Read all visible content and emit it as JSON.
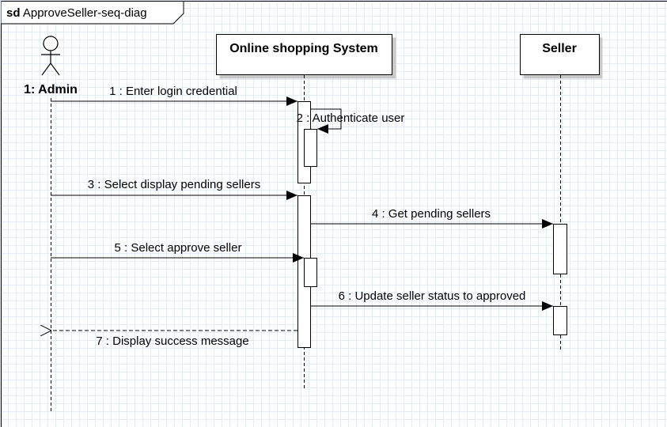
{
  "frame": {
    "prefix": "sd",
    "title": "ApproveSeller-seq-diag"
  },
  "actor": {
    "label": "1: Admin"
  },
  "lifelines": [
    {
      "label": "Online shopping System"
    },
    {
      "label": "Seller"
    }
  ],
  "messages": [
    {
      "label": "1 : Enter login credential"
    },
    {
      "label": "2 : Authenticate user"
    },
    {
      "label": "3 : Select display pending sellers"
    },
    {
      "label": "4 : Get pending sellers"
    },
    {
      "label": "5 : Select approve seller"
    },
    {
      "label": "6 : Update seller status to approved"
    },
    {
      "label": "7 : Display success message"
    }
  ]
}
